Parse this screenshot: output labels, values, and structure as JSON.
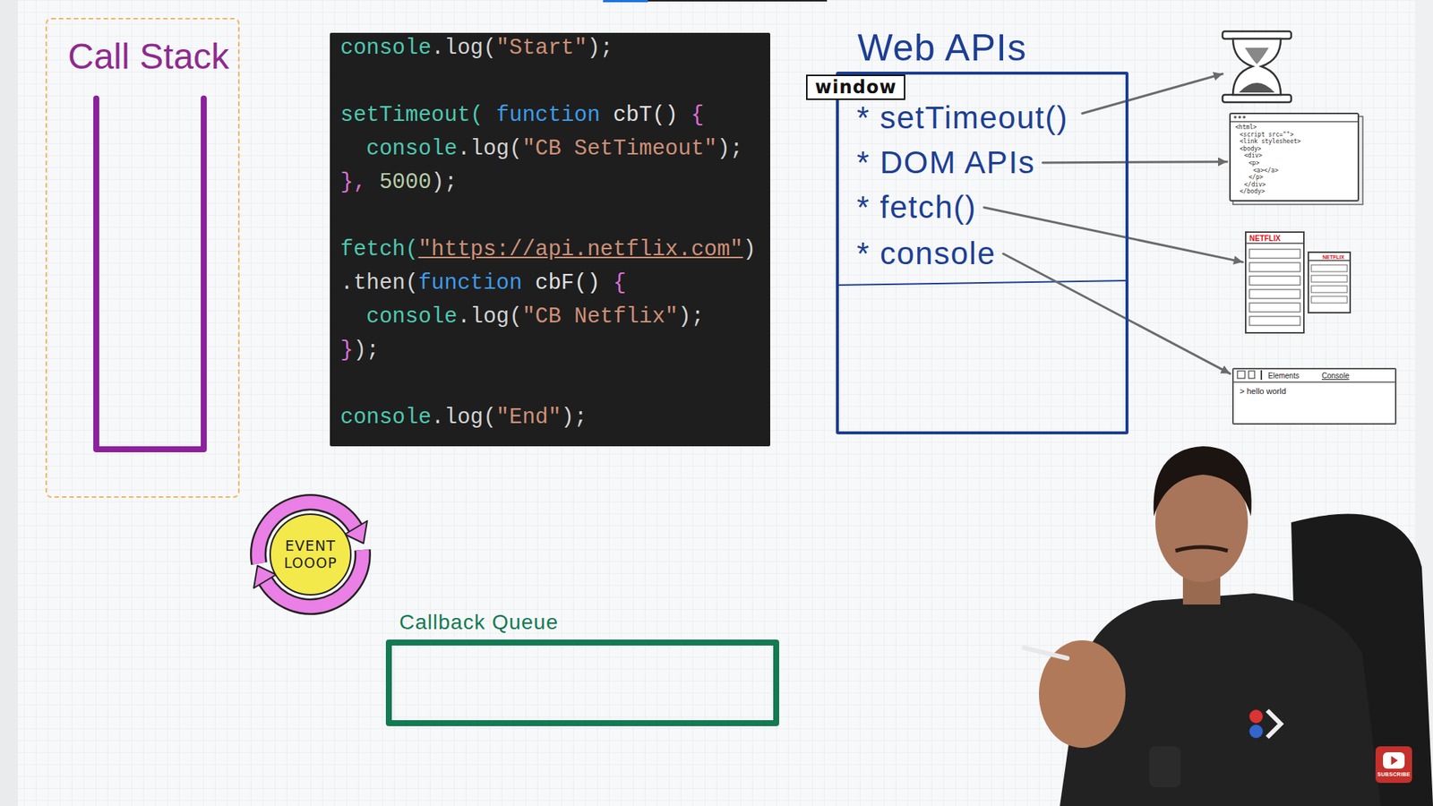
{
  "diagram": {
    "nodes": [
      {
        "text": [
          "Call Stack"
        ]
      },
      {
        "text": [
          "console",
          ".log(",
          "\"Start\"",
          ");",
          "setTimeout(",
          "function",
          "cbT()",
          "{",
          "console",
          ".log(",
          "\"CB SetTimeout\"",
          ");",
          "},",
          "5000",
          ");",
          "fetch(",
          "\"https://api.netflix.com\"",
          ")",
          ".then(",
          "function",
          "cbF()",
          "{",
          "console",
          ".log(",
          "\"CB Netflix\"",
          ");",
          "}",
          ");",
          "console",
          ".log(",
          "\"End\"",
          ");"
        ]
      },
      {
        "text": [
          "Web APIs"
        ]
      },
      {
        "text": [
          "window"
        ],
        "in": 2
      },
      {
        "text": [
          "* setTimeout()"
        ],
        "in": 2
      },
      {
        "text": [
          "* DOM APIs"
        ],
        "in": 2
      },
      {
        "text": [
          "* fetch()"
        ],
        "in": 2
      },
      {
        "text": [
          "* console"
        ],
        "in": 2
      },
      {
        "text": [
          "<html>",
          "<script src=\"\">",
          "<link stylesheet>",
          "<body>",
          "<div>",
          "<p>",
          "<a></a>",
          "</p>",
          "</div>",
          "</body>"
        ]
      },
      {
        "text": [
          "NETFLIX"
        ]
      },
      {
        "text": [
          "NETFLIX"
        ]
      },
      {
        "text": [
          "Elements",
          "Console",
          "> hello world"
        ]
      },
      {
        "text": [
          "EVENT LOOOP"
        ]
      },
      {
        "text": [
          "Callback Queue"
        ]
      }
    ],
    "edges": [
      {
        "from": 5,
        "to": 8,
        "arrow": "to"
      },
      {
        "from": 6,
        "to": 9,
        "arrow": "to"
      },
      {
        "from": 7,
        "to": 11,
        "arrow": "to"
      }
    ],
    "labels": [
      "SUBSCRIBE"
    ]
  }
}
